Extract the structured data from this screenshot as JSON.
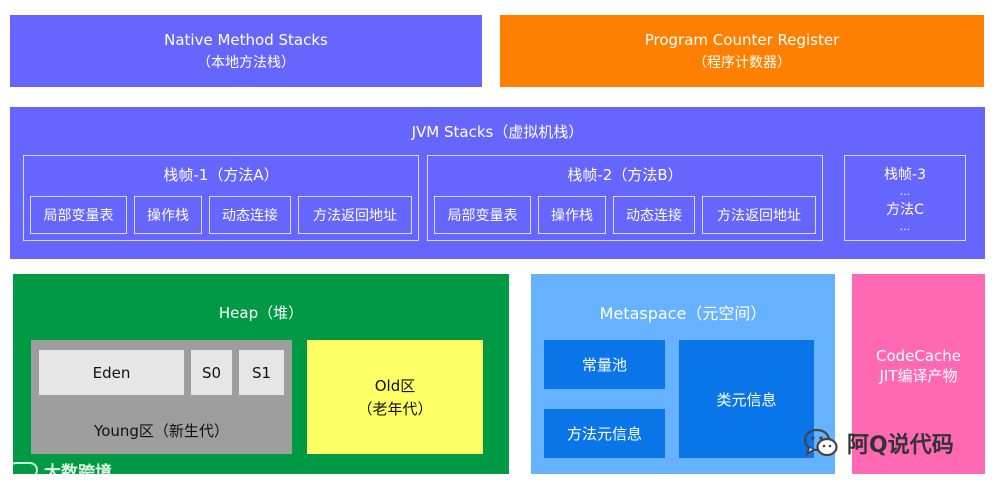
{
  "native": {
    "title": "Native Method Stacks",
    "sub": "（本地方法栈）"
  },
  "pc": {
    "title": "Program Counter Register",
    "sub": "（程序计数器）"
  },
  "jvm": {
    "title": "JVM Stacks（虚拟机栈）",
    "frame1": {
      "title": "栈帧-1（方法A）",
      "cells": [
        "局部变量表",
        "操作栈",
        "动态连接",
        "方法返回地址"
      ]
    },
    "frame2": {
      "title": "栈帧-2（方法B）",
      "cells": [
        "局部变量表",
        "操作栈",
        "动态连接",
        "方法返回地址"
      ]
    },
    "frame3": {
      "title": "栈帧-3",
      "dots1": "...",
      "method": "方法C",
      "dots2": "..."
    }
  },
  "heap": {
    "title": "Heap（堆）",
    "eden": "Eden",
    "s0": "S0",
    "s1": "S1",
    "young": "Young区（新生代）",
    "old_title": "Old区",
    "old_sub": "（老年代）"
  },
  "metaspace": {
    "title": "Metaspace（元空间）",
    "const_pool": "常量池",
    "method_meta": "方法元信息",
    "class_meta": "类元信息"
  },
  "codecache": {
    "title": "CodeCache",
    "sub": "JIT编译产物"
  },
  "watermarks": {
    "left": "大数跨境",
    "right": "阿Q说代码"
  },
  "colors": {
    "purple": "#6666ff",
    "orange": "#ff8000",
    "green": "#009a44",
    "metaspace": "#66b2ff",
    "codecache": "#ff69b4",
    "old": "#ffff66",
    "meta_cell": "#0a75e8"
  }
}
